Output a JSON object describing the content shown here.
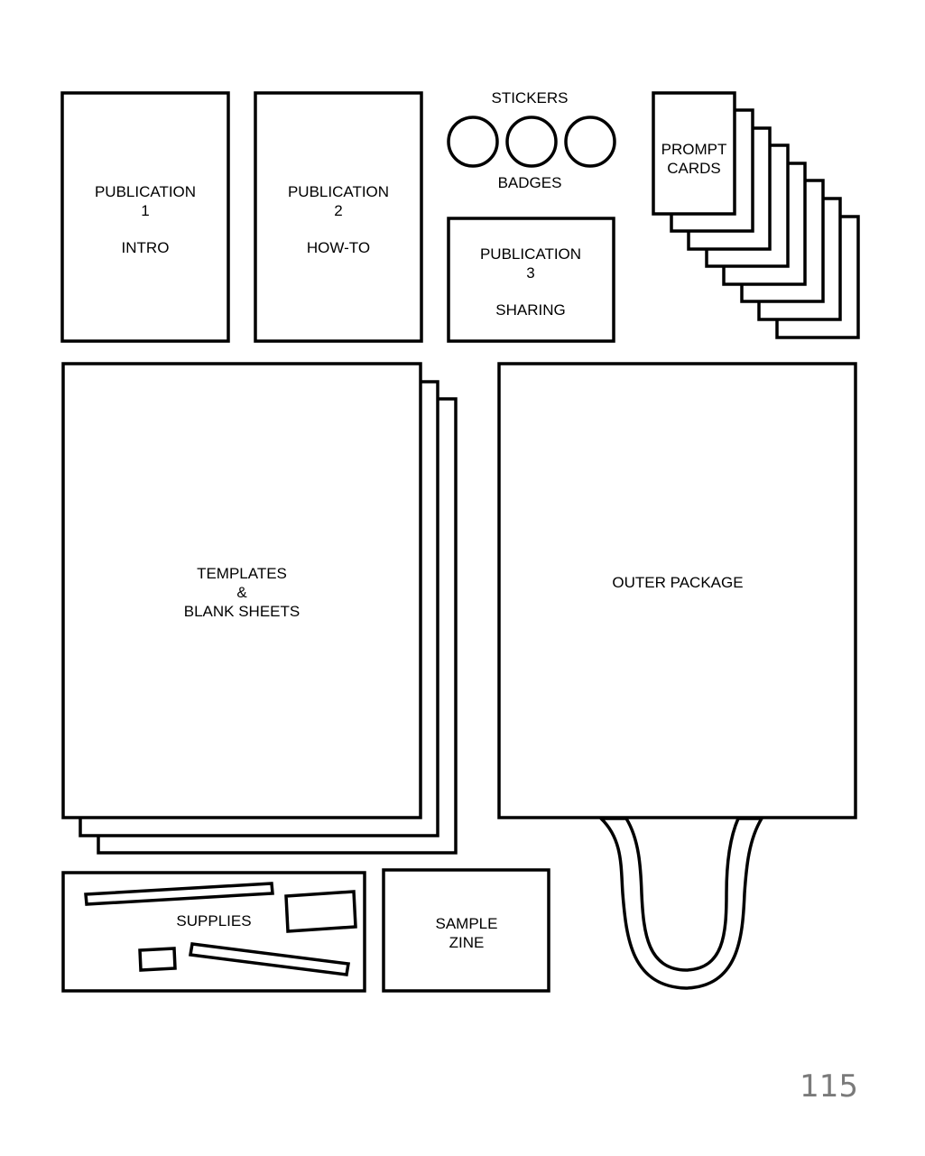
{
  "publication_1": {
    "line1": "PUBLICATION",
    "line2": "1",
    "line3": "INTRO"
  },
  "publication_2": {
    "line1": "PUBLICATION",
    "line2": "2",
    "line3": "HOW-TO"
  },
  "publication_3": {
    "line1": "PUBLICATION",
    "line2": "3",
    "line3": "SHARING"
  },
  "stickers": "STICKERS",
  "badges": "BADGES",
  "prompt_cards": {
    "line1": "PROMPT",
    "line2": "CARDS"
  },
  "templates": {
    "line1": "TEMPLATES",
    "line2": "&",
    "line3": "BLANK SHEETS"
  },
  "outer_package": "OUTER PACKAGE",
  "supplies": "SUPPLIES",
  "sample_zine": {
    "line1": "SAMPLE",
    "line2": "ZINE"
  },
  "page_number": "115",
  "colors": {
    "stroke": "#000000",
    "background": "#ffffff",
    "page_number": "#7a7a7a"
  }
}
